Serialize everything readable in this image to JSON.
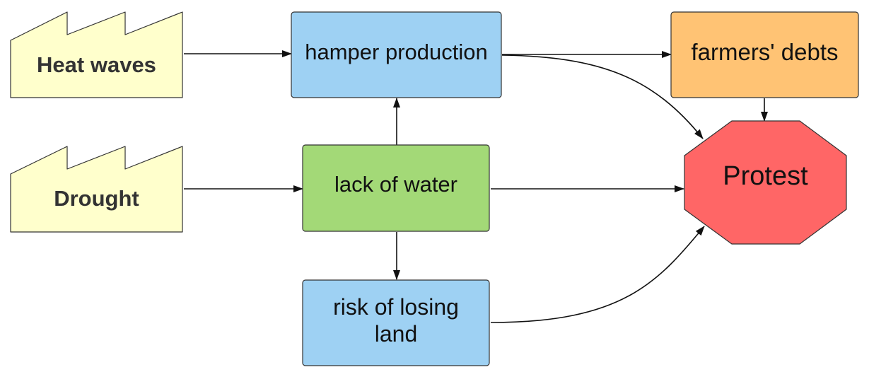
{
  "nodes": {
    "heat_waves": {
      "label": "Heat waves",
      "shape": "factory",
      "fill": "#FFFFCC"
    },
    "drought": {
      "label": "Drought",
      "shape": "factory",
      "fill": "#FFFFCC"
    },
    "hamper_production": {
      "label": "hamper production",
      "shape": "rectangle",
      "fill": "#9ED1F3"
    },
    "lack_of_water": {
      "label": "lack of water",
      "shape": "rectangle",
      "fill": "#A3D977"
    },
    "risk_of_losing_land": {
      "label": "risk of losing land",
      "shape": "rectangle",
      "fill": "#9ED1F3"
    },
    "farmers_debts": {
      "label": "farmers' debts",
      "shape": "rectangle",
      "fill": "#FFC374"
    },
    "protest": {
      "label": "Protest",
      "shape": "octagon",
      "fill": "#FF6666"
    }
  },
  "edges": [
    {
      "from": "heat_waves",
      "to": "hamper_production"
    },
    {
      "from": "drought",
      "to": "lack_of_water"
    },
    {
      "from": "lack_of_water",
      "to": "hamper_production"
    },
    {
      "from": "lack_of_water",
      "to": "risk_of_losing_land"
    },
    {
      "from": "hamper_production",
      "to": "farmers_debts"
    },
    {
      "from": "hamper_production",
      "to": "protest"
    },
    {
      "from": "farmers_debts",
      "to": "protest"
    },
    {
      "from": "lack_of_water",
      "to": "protest"
    },
    {
      "from": "risk_of_losing_land",
      "to": "protest"
    }
  ],
  "colors": {
    "stroke": "#333333",
    "arrow": "#111111"
  }
}
